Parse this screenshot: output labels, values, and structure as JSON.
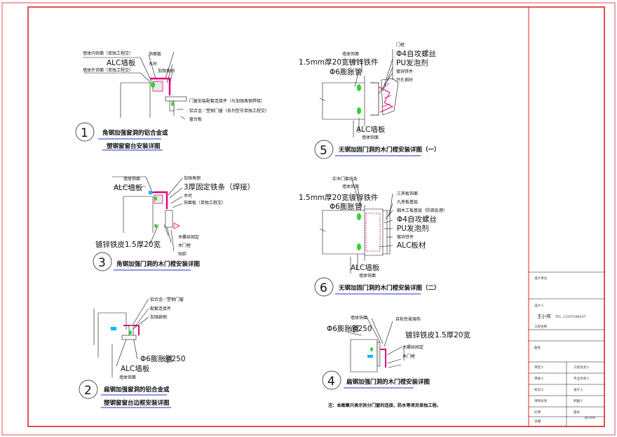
{
  "colors": {
    "border_red": "#d8242b",
    "magenta": "#e0007a",
    "green": "#2fd22f",
    "blue": "#1a35c6",
    "cyan": "#00b7ff",
    "line": "#111111"
  },
  "detail1": {
    "number": "1",
    "title_line1": "角钢加强窗洞的铝合金或",
    "title_line2": "塑钢窗窗台安装详图",
    "labels": [
      "墙体内饰面（单独工程交）",
      "ALC墙板",
      "墙体外饰面（单独工程交）",
      "饰面板",
      "木衬",
      "加强角钢",
      "门窗安装配套连接件（与加强角钢焊接）",
      "铝合金／塑钢门窗（系列型号单独工程交）",
      "窗台板"
    ]
  },
  "detail2": {
    "number": "2",
    "title_line1": "扁钢加强窗洞的铝合金或",
    "title_line2": "塑钢窗窗台边框安装详图",
    "labels": [
      "铝合金／塑钢门窗",
      "配套连接件",
      "加强扁钢",
      "Φ6膨胀管",
      "@250",
      "ALC墙板",
      "墙体饰面"
    ]
  },
  "detail3": {
    "number": "3",
    "title": "角钢加强门洞的木门樘安装详图",
    "labels": [
      "墙体饰面",
      "ALC墙板",
      "加强角钢",
      "3厚固定铁条（焊接）",
      "木衬",
      "饰面板（单独工程交）",
      "镀锌铁皮1.5厚20宽",
      "木螺丝固定",
      "木门樘",
      "贴脸"
    ]
  },
  "detail4": {
    "number": "4",
    "title": "扁钢加强门洞的木门樘安装详图",
    "labels": [
      "墙体饰面",
      "自粘性玻璃布",
      "Φ6膨胀管",
      "@250",
      "镀锌铁皮1.5厚20宽",
      "木螺丝固定",
      "木门樘"
    ]
  },
  "detail5": {
    "number": "5",
    "title": "无钢加固门洞的木门樘安装详图（一）",
    "labels": [
      "墙体饰面",
      "1.5mm厚20宽镀锌铁件",
      "Φ6膨胀管",
      "门樘",
      "Φ4自攻螺丝",
      "PU发泡剂",
      "镀锌铁件",
      "开孔钢衬",
      "ALC墙板",
      "墙体饰面"
    ]
  },
  "detail6": {
    "number": "6",
    "title": "无钢加固门洞的木门樘安装详图（二）",
    "labels": [
      "实木门套线条",
      "墙体饰面",
      "1.5mm厚20宽镀锌铁件",
      "Φ6膨胀管",
      "三夹板饰面",
      "九夹板基层",
      "细木工板基层（防腐处理）",
      "Φ4自攻螺丝",
      "PU发泡剂",
      "镀锌铁件",
      "ALC板材",
      "ALC墙板",
      "墙体饰面"
    ]
  },
  "note": "注：本图集只表示拆分门窗的连接，防水等须另单独工程。",
  "title_block": {
    "design_unit": "设计单位",
    "designer_label": "设计人",
    "designer_name": "王小伟",
    "designer_tel": "TEL: 13375196437",
    "project_name": "工程名称",
    "drawing_name": "图名",
    "rows": [
      [
        "审定人",
        "工程负责人"
      ],
      [
        "审核人",
        "专业负责人"
      ],
      [
        "校对人",
        "设计人"
      ],
      [
        "项目负责",
        "制图人"
      ]
    ],
    "scale_label": "比例",
    "drawing_no_label": "图号",
    "drawing_no": "JB-004",
    "date_label": "日期"
  }
}
